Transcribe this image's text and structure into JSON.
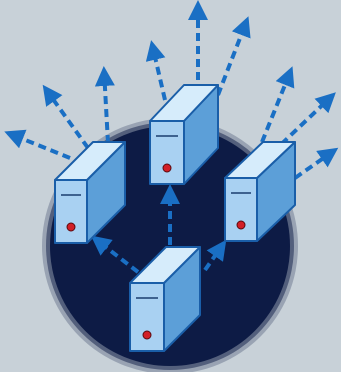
{
  "colors": {
    "background": "#c8d1d8",
    "circle": "#0d1b45",
    "arrow": "#1a6fc4",
    "server_front": "#a9d1f2",
    "server_side": "#5c9fd8",
    "server_top": "#d6ecfb",
    "server_outline": "#1a5ea8",
    "server_slot": "#1a3e6e",
    "server_led": "#d21f27"
  },
  "diagram": {
    "description_icons": [
      "server-icon",
      "arrow-icon"
    ],
    "servers": [
      {
        "id": "server-left",
        "role": "peer"
      },
      {
        "id": "server-center",
        "role": "peer"
      },
      {
        "id": "server-right",
        "role": "peer"
      },
      {
        "id": "server-bottom",
        "role": "source"
      }
    ],
    "connections": [
      {
        "from": "server-bottom",
        "to": "server-left",
        "style": "dashed"
      },
      {
        "from": "server-bottom",
        "to": "server-center",
        "style": "dashed"
      },
      {
        "from": "server-bottom",
        "to": "server-right",
        "style": "dashed"
      }
    ]
  }
}
